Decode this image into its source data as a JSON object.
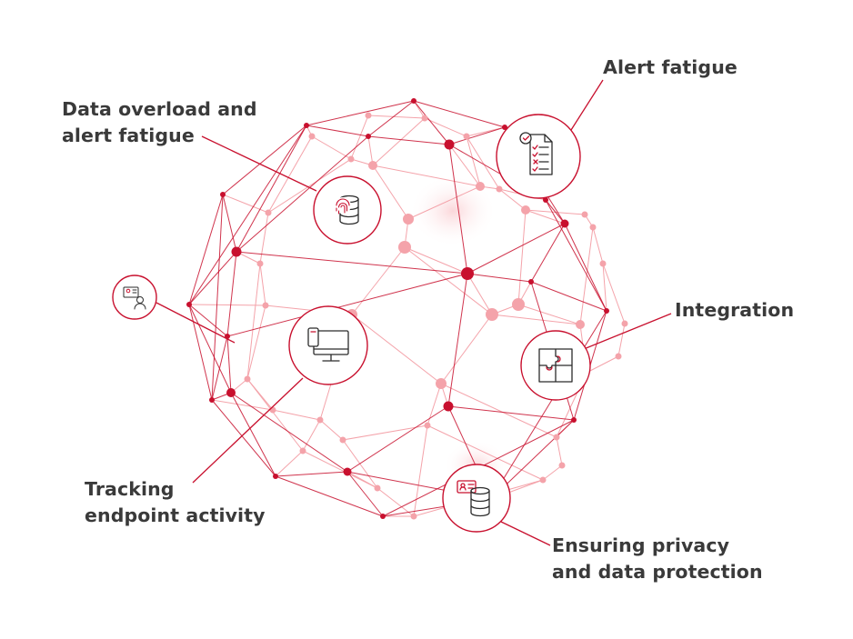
{
  "colors": {
    "accent": "#c8102e",
    "accent_light": "#f4a3aa",
    "label": "#3a3a3a",
    "icon_stroke": "#2b2b2b"
  },
  "callouts": [
    {
      "id": "data-overload",
      "lines": [
        "Data overload and",
        "alert fatigue"
      ],
      "icon": "fingerprint-database-icon"
    },
    {
      "id": "alert-fatigue",
      "lines": [
        "Alert fatigue"
      ],
      "icon": "checklist-document-icon"
    },
    {
      "id": "integration",
      "lines": [
        "Integration"
      ],
      "icon": "puzzle-icon"
    },
    {
      "id": "tracking-endpoint",
      "lines": [
        "Tracking",
        "endpoint activity"
      ],
      "icon": "devices-icon"
    },
    {
      "id": "privacy",
      "lines": [
        "Ensuring privacy",
        "and data protection"
      ],
      "icon": "id-card-database-icon"
    },
    {
      "id": "identity",
      "lines": [],
      "icon": "identity-badge-icon"
    }
  ]
}
